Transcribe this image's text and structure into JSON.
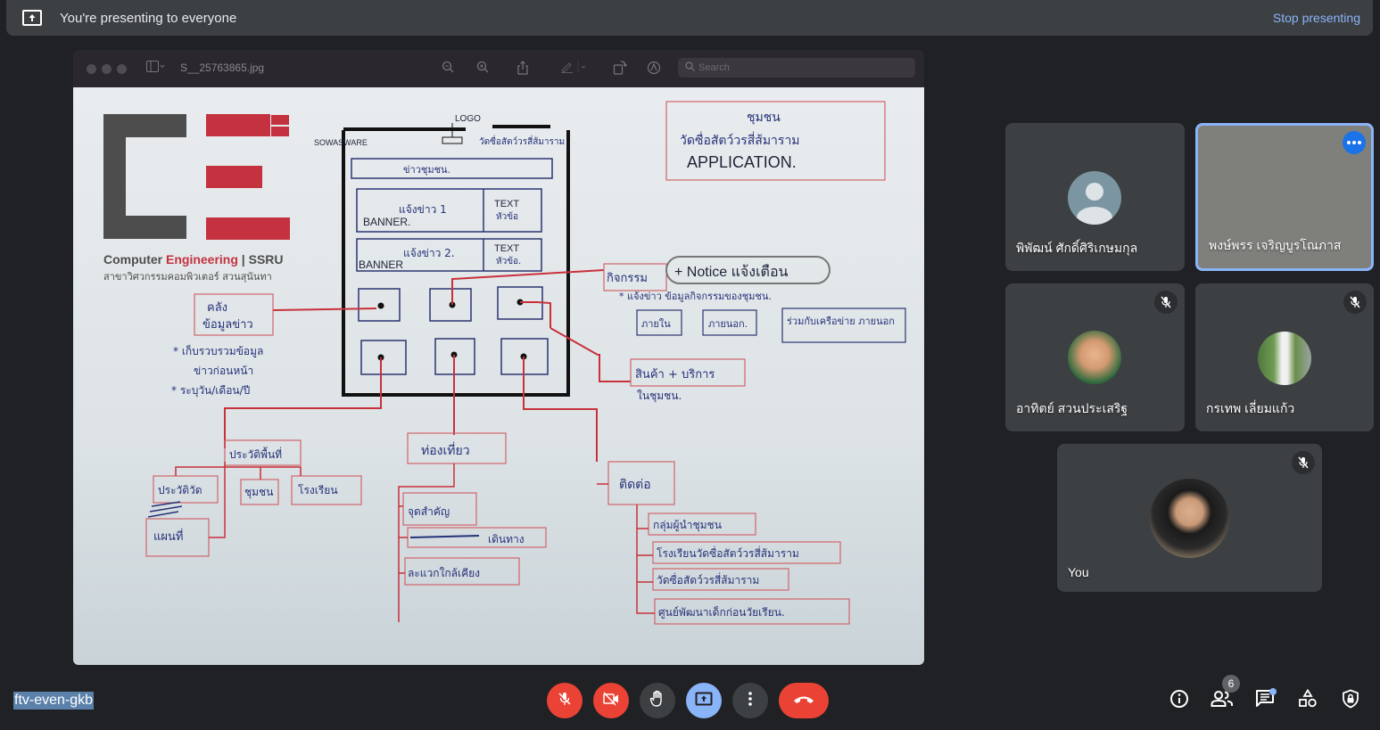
{
  "banner": {
    "icon": "present-to-all-icon",
    "title": "You're presenting to everyone",
    "stop_label": "Stop presenting"
  },
  "presented_window": {
    "filename": "S__25763865.jpg",
    "search_placeholder": "Search",
    "toolbar_icons": [
      "sidebar-icon",
      "zoom-out-icon",
      "zoom-in-icon",
      "share-icon",
      "markup-pen-icon",
      "rotate-icon",
      "annotate-icon"
    ],
    "photo": {
      "logo": {
        "line1_a": "Computer ",
        "line1_b": "Engineering",
        "line1_c": " | SSRU",
        "line2": "สาขาวิศวกรรมคอมพิวเตอร์ สวนสุนันทา",
        "accent_color": "#c4313f",
        "gray_color": "#4d4d4d"
      },
      "sketch": {
        "title_box": [
          "ชุมชน",
          "วัดซื่อสัตว์วรสี่ส้มาราม",
          "APPLICATION."
        ],
        "logo_label": "LOGO",
        "software_label": "SOWASWARE",
        "header_right": "วัดซื่อสัตว์วรสี่ส้มาราม .",
        "nav_bar": "ข่าวชุมชน.",
        "banner1": {
          "thai": "แจ้งข่าว 1",
          "en": "BANNER.",
          "text_label": "TEXT",
          "text_sub": "หัวข้อ"
        },
        "banner2": {
          "thai": "แจ้งข่าว 2.",
          "en": "BANNER",
          "text_label": "TEXT",
          "text_sub": "หัวข้อ."
        },
        "news_archive": [
          "คลัง",
          "ข้อมูลข่าว"
        ],
        "news_notes": [
          "* เก็บรวบรวมข้อมูล",
          "ข่าวก่อนหน้า",
          "* ระบุวัน/เดือน/ปี"
        ],
        "activities": "กิจกรรม",
        "notice": "+ Notice แจ้งเตือน",
        "activities_note": "* แจ้งข่าว ข้อมูลกิจกรรมของชุมชน.",
        "activities_children": [
          "ภายใน",
          "ภายนอก.",
          "ร่วมกับเครือข่าย ภายนอก"
        ],
        "products": [
          "สินค้า + บริการ",
          "ในชุมชน."
        ],
        "history": "ประวัติพื้นที่",
        "history_children": [
          "ประวัติวัด",
          "ชุมชน",
          "โรงเรียน",
          "แผนที่"
        ],
        "tourism": "ท่องเที่ยว",
        "tourism_children": [
          "จุดสำคัญ",
          "เดินทาง",
          "ละแวกใกล้เคียง"
        ],
        "contact": "ติดต่อ",
        "contact_children": [
          "กลุ่มผู้นำชุมชน",
          "โรงเรียนวัดซื่อสัตว์วรสี่ส้มาราม",
          "วัดซื่อสัตว์วรสี่ส้มาราม",
          "ศูนย์พัฒนาเด็กก่อนวัยเรียน."
        ]
      }
    }
  },
  "participants": [
    {
      "name": "พิพัฒน์ ศักดิ์ศิริเกษมกุล",
      "avatar": "default-avatar",
      "muted": false,
      "active": false
    },
    {
      "name": "พงษ์พรร เจริญบูรโณภาส",
      "avatar": "none",
      "muted": false,
      "active": true,
      "more_icon": "more-options-icon"
    },
    {
      "name": "อาทิตย์ สวนประเสริฐ",
      "avatar": "photo-child",
      "muted": true,
      "active": false
    },
    {
      "name": "กรเทพ เลี่ยมแก้ว",
      "avatar": "photo-outdoor",
      "muted": true,
      "active": false
    },
    {
      "name": "You",
      "avatar": "photo-self",
      "muted": true,
      "active": false
    }
  ],
  "bottom_bar": {
    "meeting_code": "ftv-even-gkb",
    "controls": [
      "mic-off-icon",
      "camera-off-icon",
      "raise-hand-icon",
      "present-icon",
      "more-vert-icon",
      "hangup-icon"
    ],
    "right_icons": [
      "info-icon",
      "people-icon",
      "chat-icon",
      "activities-icon",
      "host-controls-icon"
    ],
    "participant_count": "6",
    "accent_color": "#8ab4f8",
    "danger_color": "#ea4335"
  }
}
